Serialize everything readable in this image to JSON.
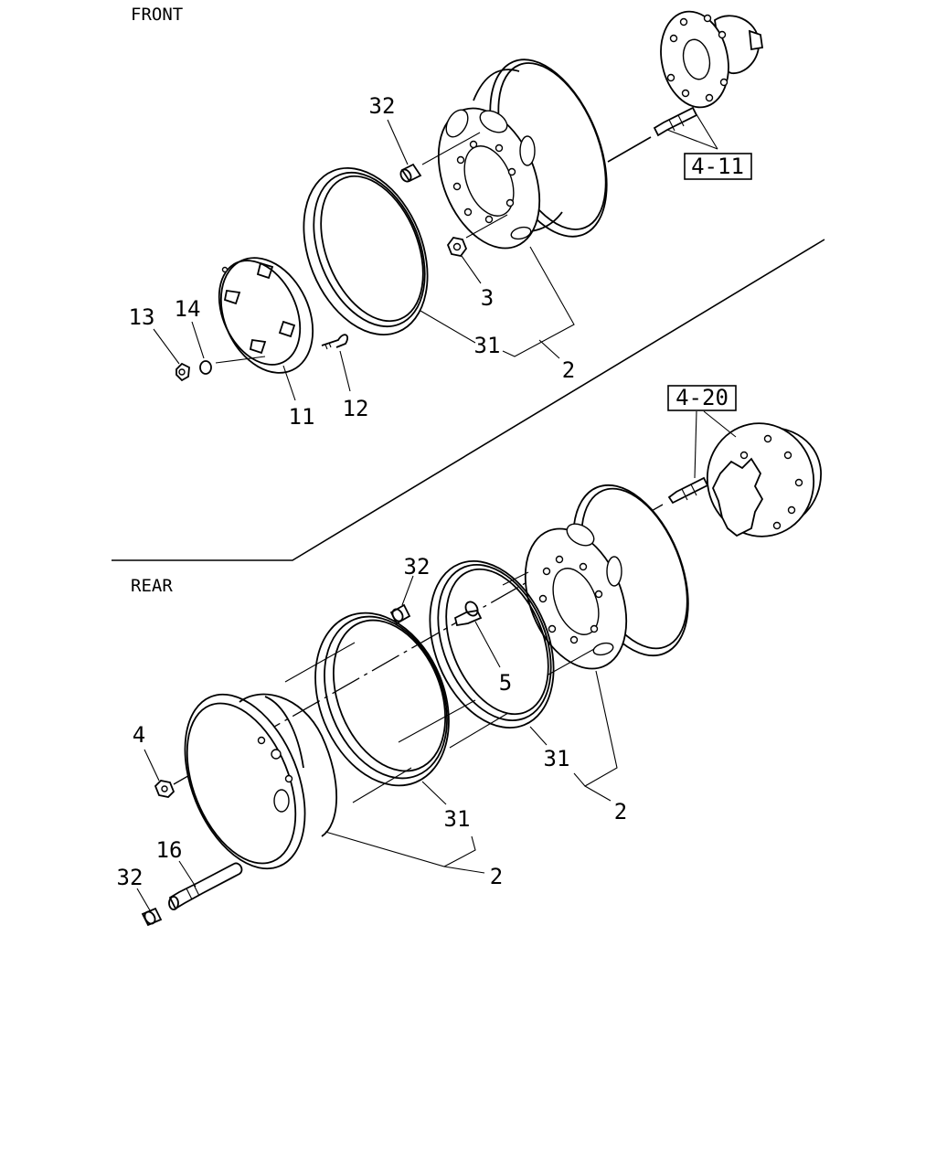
{
  "sections": {
    "front": "FRONT",
    "rear": "REAR"
  },
  "front": {
    "refs": {
      "hub": "4-11"
    },
    "callouts": {
      "nut_cap": "32",
      "wheel_nut": "3",
      "ring": "31",
      "wheel": "2",
      "cover_nut": "13",
      "cover_washer": "14",
      "cover": "11",
      "valve_ext": "12"
    }
  },
  "rear": {
    "refs": {
      "hub": "4-20"
    },
    "callouts": {
      "nut_cap_top": "32",
      "inner_nut": "5",
      "inner_ring": "31",
      "inner_wheel": "2",
      "outer_nut": "4",
      "outer_ring": "31",
      "outer_wheel": "2",
      "extension": "16",
      "nut_cap_bottom": "32"
    }
  }
}
